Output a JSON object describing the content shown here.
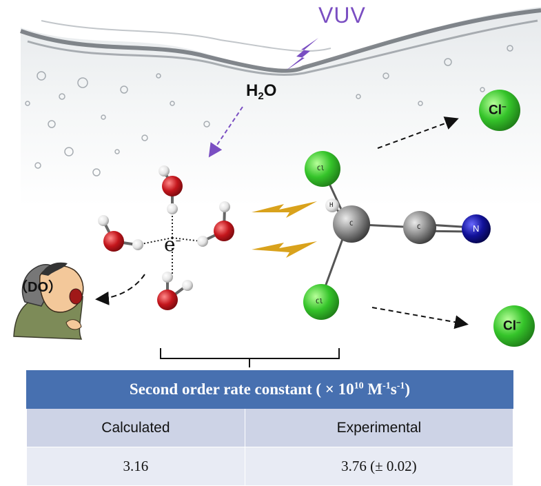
{
  "figure": {
    "radiation_label": "VUV",
    "water_label": {
      "main": "H",
      "sub": "2",
      "tail": "O"
    },
    "electron_label": {
      "main": "e",
      "charge": "–"
    },
    "atom_labels": {
      "chlorine": "Cl",
      "hydrogen": "H",
      "carbon": "C",
      "nitrogen": "N"
    },
    "chloride_ion": {
      "main": "Cl",
      "charge": "–"
    },
    "person_label": "（DO）",
    "colors": {
      "radiation": "#7a4ec2",
      "chlorine": "#35c42a",
      "oxygen": "#c4161c",
      "nitrogen": "#12129a",
      "carbon": "#8a8a8a",
      "lightning": "#d9a21c",
      "table_header": "#4770b0"
    }
  },
  "table": {
    "title": {
      "prefix": "Second order rate constant ( × 10",
      "exp1": "10",
      "mid": " M",
      "exp2": "-1",
      "mid2": "s",
      "exp3": "-1",
      "suffix": ")"
    },
    "columns": [
      "Calculated",
      "Experimental"
    ],
    "values": [
      "3.16",
      "3.76 (± 0.02)"
    ]
  }
}
